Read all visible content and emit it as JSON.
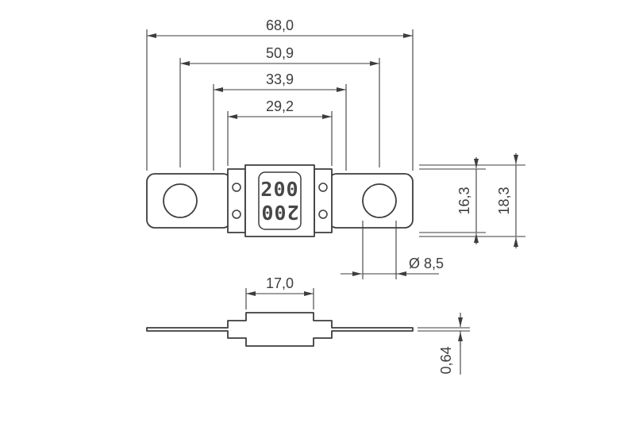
{
  "drawing": {
    "type": "technical-dimension-drawing",
    "views": [
      "top-view",
      "side-view"
    ]
  },
  "colors": {
    "line": "#3d3d3d",
    "background": "#ffffff"
  },
  "dims": {
    "overall_length": "68,0",
    "hole_center_spacing": "50,9",
    "terminal_width": "33,9",
    "inner_width": "29,2",
    "body_height_inner": "16,3",
    "body_height_outer": "18,3",
    "hole_diameter": "Ø 8,5",
    "side_center_width": "17,0",
    "blade_thickness": "0,64"
  },
  "fuse": {
    "marking": "200",
    "marking_mirrored": "200"
  }
}
